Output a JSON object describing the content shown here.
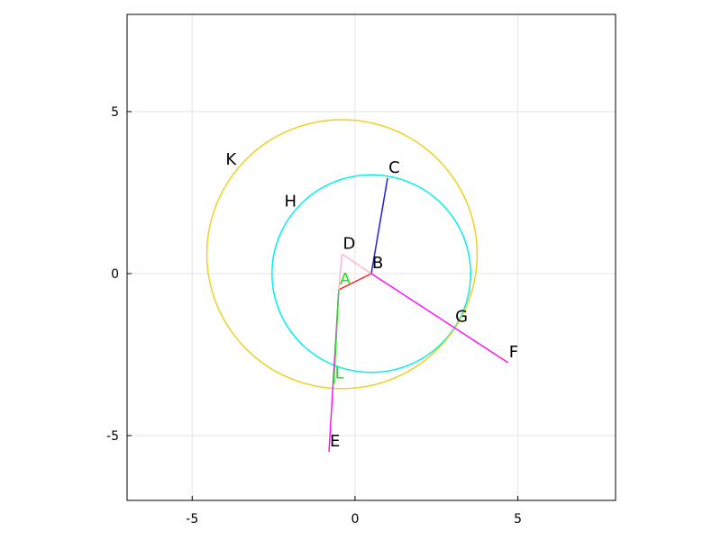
{
  "chart_data": {
    "type": "scatter",
    "title": "",
    "xlabel": "",
    "ylabel": "",
    "xlim": [
      -7,
      8
    ],
    "ylim": [
      -7,
      8
    ],
    "grid": true,
    "xticks": [
      -5,
      0,
      5
    ],
    "yticks": [
      -5,
      0,
      5
    ],
    "xtick_labels": [
      "-5",
      "0",
      "5"
    ],
    "ytick_labels": [
      "-5",
      "0",
      "5"
    ],
    "circles": [
      {
        "name": "circle-cyan",
        "center": [
          0.5,
          0
        ],
        "radius": 3.05,
        "color": "#00f0f0"
      },
      {
        "name": "circle-gold",
        "center": [
          -0.4,
          0.6
        ],
        "radius": 4.15,
        "color": "#f0d020"
      }
    ],
    "segments": [
      {
        "from": [
          0.5,
          0
        ],
        "to": [
          1.0,
          2.95
        ],
        "color": "#2020d0"
      },
      {
        "from": [
          0.5,
          0
        ],
        "to": [
          4.7,
          -2.75
        ],
        "color": "#ff10ff"
      },
      {
        "from": [
          0.5,
          0
        ],
        "to": [
          -0.5,
          -0.5
        ],
        "color": "#ff2020"
      },
      {
        "from": [
          -0.5,
          -0.5
        ],
        "to": [
          -0.4,
          0.6
        ],
        "color": "#ffb6c8"
      },
      {
        "from": [
          -0.4,
          0.6
        ],
        "to": [
          0.5,
          0
        ],
        "color": "#ffb6c8"
      },
      {
        "from": [
          -0.5,
          -0.5
        ],
        "to": [
          -0.8,
          -5.5
        ],
        "color": "#ff10ff"
      },
      {
        "from": [
          -0.5,
          -0.5
        ],
        "to": [
          -0.65,
          -3.4
        ],
        "color": "#20e020"
      }
    ],
    "points": [
      {
        "label": "A",
        "x": -0.5,
        "y": -0.5,
        "color": "#20e020"
      },
      {
        "label": "B",
        "x": 0.5,
        "y": 0.0,
        "color": "#000000"
      },
      {
        "label": "C",
        "x": 1.0,
        "y": 2.95,
        "color": "#000000"
      },
      {
        "label": "D",
        "x": -0.4,
        "y": 0.6,
        "color": "#000000"
      },
      {
        "label": "E",
        "x": -0.8,
        "y": -5.5,
        "color": "#000000"
      },
      {
        "label": "F",
        "x": 4.7,
        "y": -2.75,
        "color": "#000000"
      },
      {
        "label": "G",
        "x": 3.05,
        "y": -1.65,
        "color": "#000000"
      },
      {
        "label": "H",
        "x": -2.2,
        "y": 1.9,
        "color": "#000000"
      },
      {
        "label": "K",
        "x": -4.0,
        "y": 3.2,
        "color": "#000000"
      },
      {
        "label": "L",
        "x": -0.65,
        "y": -3.4,
        "color": "#20e020"
      }
    ]
  }
}
